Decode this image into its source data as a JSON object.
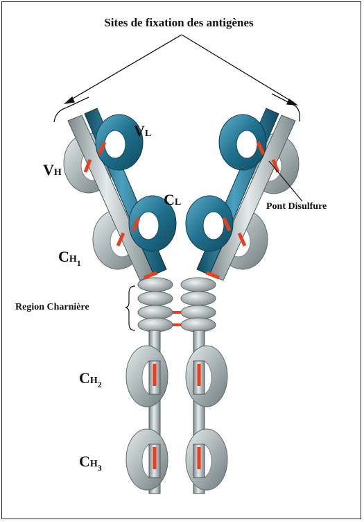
{
  "title": "Sites de fixation des antigènes",
  "labels": {
    "vl": {
      "main": "V",
      "sub": "L"
    },
    "vh": {
      "main": "V",
      "sub": "H"
    },
    "cl": {
      "main": "C",
      "sub": "L"
    },
    "ch1": {
      "main": "C",
      "sub": "H",
      "subsub": "1"
    },
    "ch2": {
      "main": "C",
      "sub": "H",
      "subsub": "2"
    },
    "ch3": {
      "main": "C",
      "sub": "H",
      "subsub": "3"
    },
    "hinge": "Region Charnière",
    "disulfide": "Pont Disulfure"
  },
  "colors": {
    "heavy_chain": "#a9b3b5",
    "heavy_chain_dark": "#6f7a7c",
    "light_chain": "#1f6f8c",
    "light_chain_dark": "#0f4a60",
    "disulfide_bond": "#e8401c",
    "outline": "#222222"
  }
}
